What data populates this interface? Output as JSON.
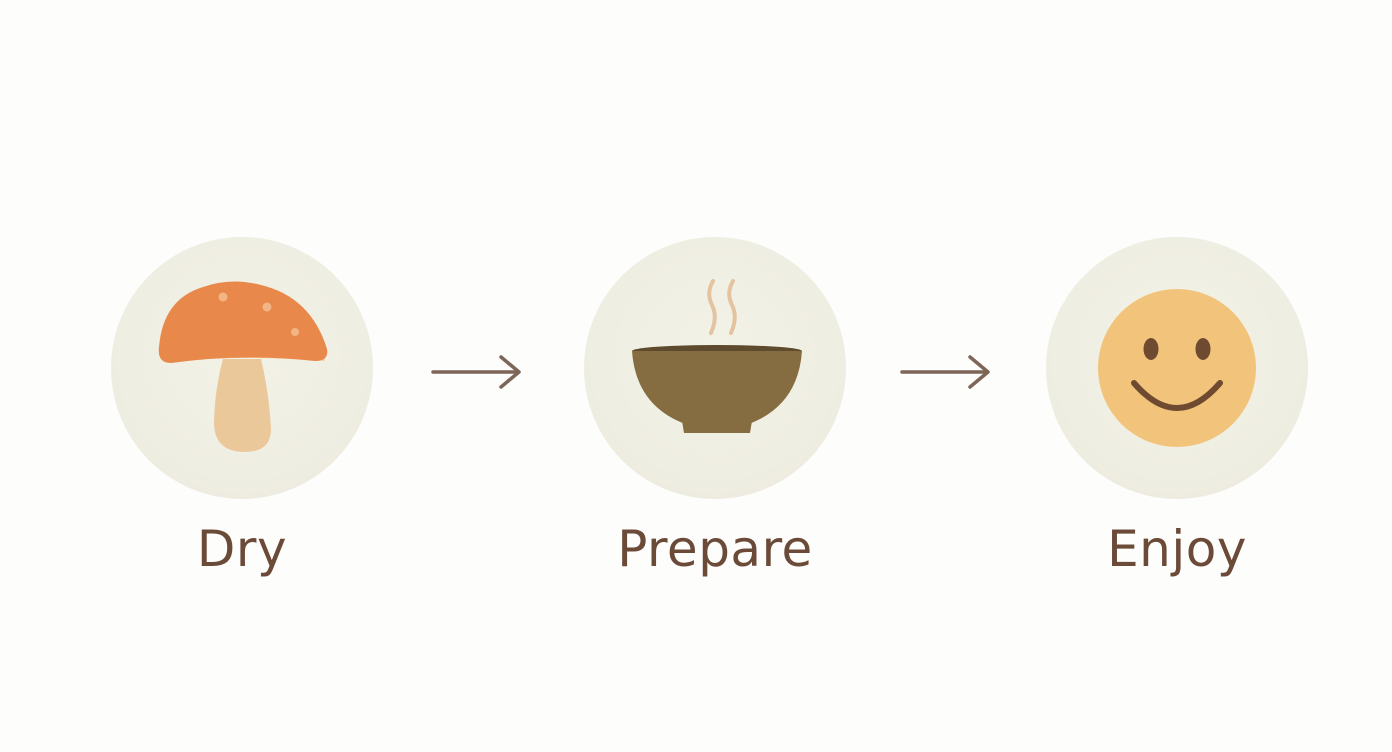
{
  "steps": [
    {
      "label": "Dry",
      "icon": "mushroom-icon"
    },
    {
      "label": "Prepare",
      "icon": "steaming-bowl-icon"
    },
    {
      "label": "Enjoy",
      "icon": "smiley-face-icon"
    }
  ],
  "connectors": [
    "arrow-right-icon",
    "arrow-right-icon"
  ],
  "colors": {
    "background": "#fdfdfc",
    "circle_fill": "#efeee2",
    "label_text": "#6b4a38",
    "arrow": "#7d6558",
    "mushroom_cap": "#e8884a",
    "mushroom_stem": "#ebc89a",
    "bowl": "#866c41",
    "steam": "#e4c4a0",
    "smiley_face": "#f2c47b",
    "smiley_features": "#6e4b30"
  }
}
